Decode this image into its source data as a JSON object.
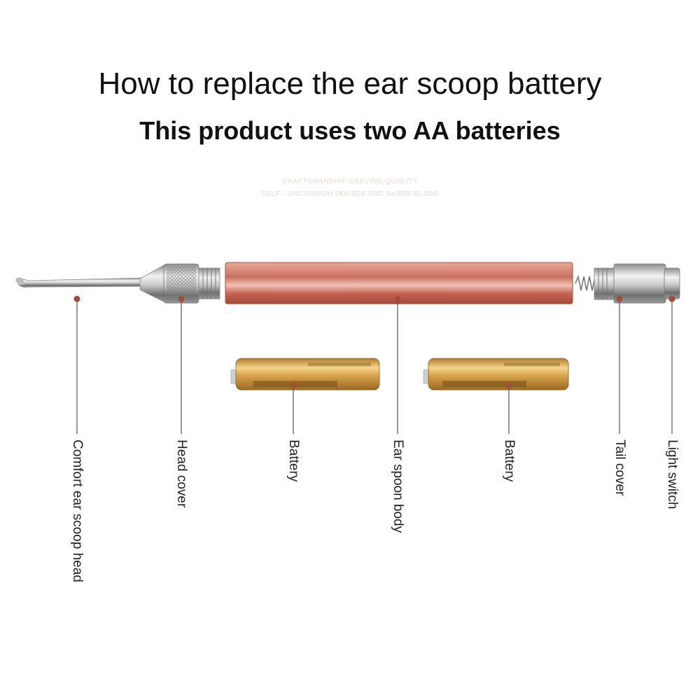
{
  "title": "How to replace the ear scoop battery",
  "subtitle": "This product uses two AA batteries",
  "watermark": {
    "line1": "CRAFTSMANSHIP CARVING QUALITY",
    "line2": "SELF - UNCOMMON DOUBLE ARC SHARP BLADE"
  },
  "colors": {
    "body": "#c9705f",
    "leader_dot": "#a24c3a",
    "leader_line": "#555555",
    "battery_gold": "#d8a24a"
  },
  "parts": [
    {
      "id": "head",
      "label": "Comfort ear scoop head"
    },
    {
      "id": "head_cover",
      "label": "Head cover"
    },
    {
      "id": "battery_1",
      "label": "Battery"
    },
    {
      "id": "body",
      "label": "Ear spoon body"
    },
    {
      "id": "battery_2",
      "label": "Battery"
    },
    {
      "id": "tail_cover",
      "label": "Tail cover"
    },
    {
      "id": "light_switch",
      "label": "Light switch"
    }
  ]
}
